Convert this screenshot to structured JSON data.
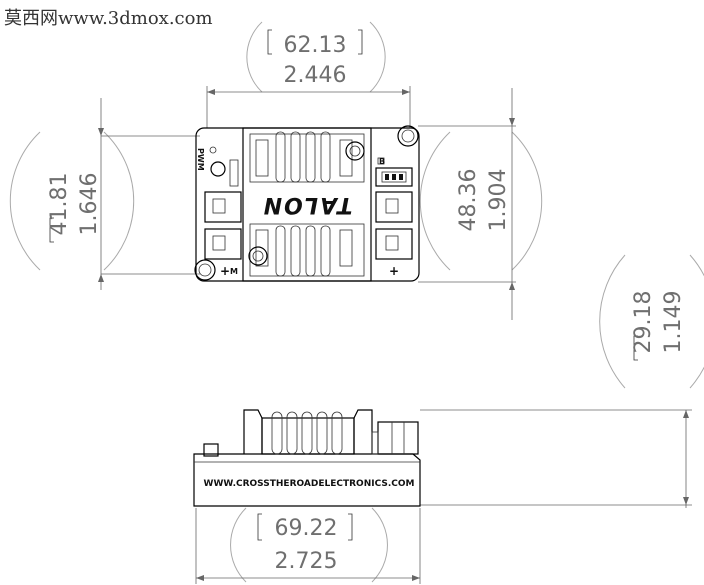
{
  "watermark": "莫西网www.3dmox.com",
  "dimensions": {
    "top_width": {
      "mm": "62.13",
      "in": "2.446"
    },
    "left_height": {
      "mm": "41.81",
      "in": "1.646"
    },
    "right_height": {
      "mm": "48.36",
      "in": "1.904"
    },
    "side_height": {
      "mm": "29.18",
      "in": "1.149"
    },
    "bottom_width": {
      "mm": "69.22",
      "in": "2.725"
    }
  },
  "device": {
    "brand": "TALON",
    "url": "WWW.CROSSTHEROADELECTRONICS.COM",
    "pwm_label": "PWM",
    "plus_label": "+",
    "minus_label": "M",
    "side_label": "B"
  }
}
